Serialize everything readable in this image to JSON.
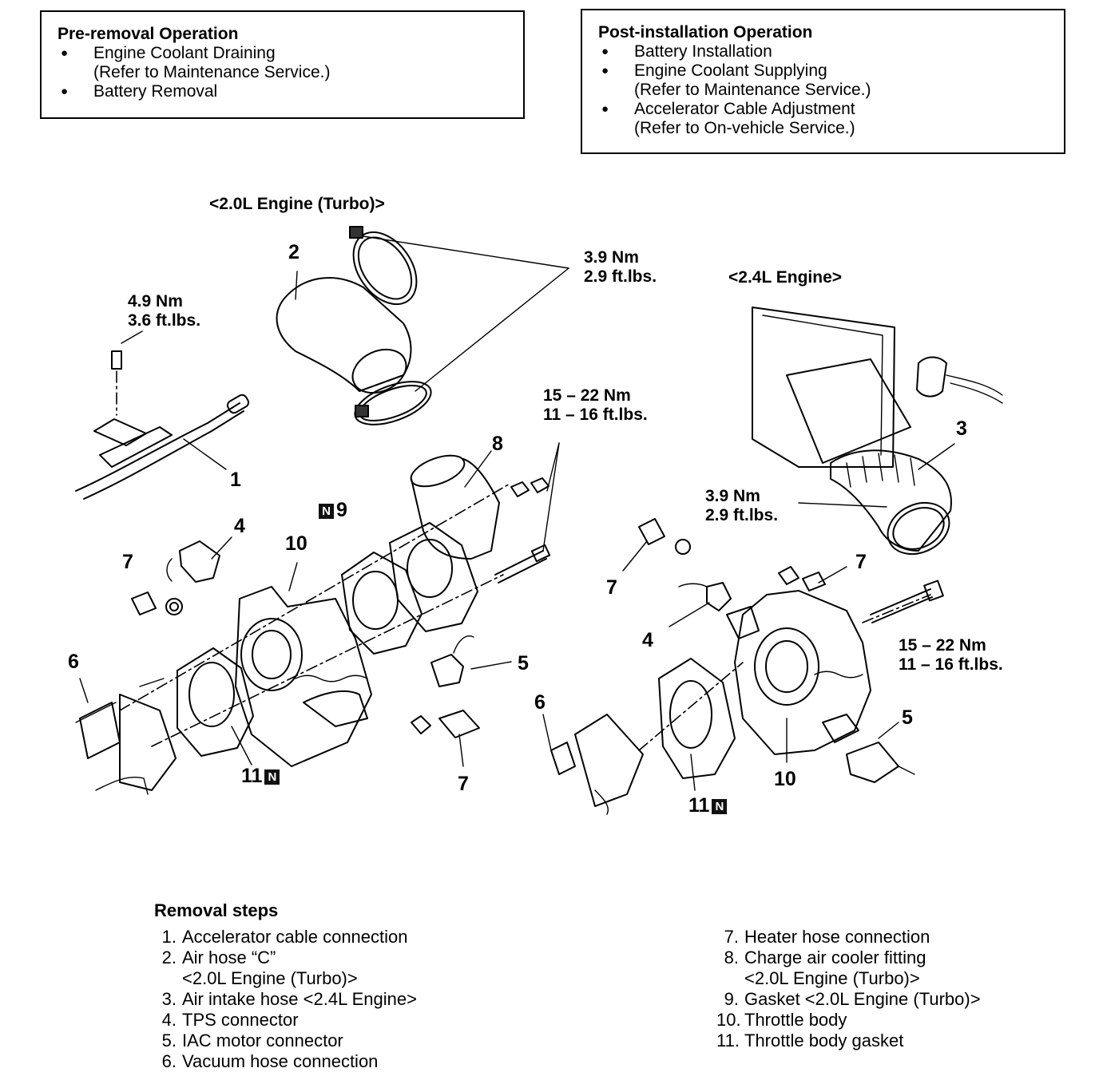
{
  "pre_removal": {
    "title": "Pre-removal Operation",
    "items": [
      "Engine Coolant Draining",
      "(Refer to Maintenance Service.)",
      "Battery Removal"
    ]
  },
  "post_installation": {
    "title": "Post-installation Operation",
    "items": [
      "Battery Installation",
      "Engine Coolant Supplying",
      "(Refer to Maintenance Service.)",
      "Accelerator Cable Adjustment",
      "(Refer to On-vehicle Service.)"
    ]
  },
  "diagram": {
    "turbo_title": "<2.0L Engine (Turbo)>",
    "engine24_title": "<2.4L Engine>",
    "torques": {
      "t_clamp_nm": "3.9 Nm",
      "t_clamp_ft": "2.9 ft.lbs.",
      "t_cable_nm": "4.9 Nm",
      "t_cable_ft": "3.6 ft.lbs.",
      "t_body_nm": "15 – 22 Nm",
      "t_body_ft": "11 – 16 ft.lbs.",
      "t_intake_nm": "3.9 Nm",
      "t_intake_ft": "2.9 ft.lbs.",
      "t_body24_nm": "15 – 22 Nm",
      "t_body24_ft": "11 – 16 ft.lbs."
    },
    "badge": "N",
    "callouts": {
      "c1": "1",
      "c2": "2",
      "c3": "3",
      "c4a": "4",
      "c4b": "4",
      "c5a": "5",
      "c5b": "5",
      "c6a": "6",
      "c6b": "6",
      "c7a": "7",
      "c7b": "7",
      "c7c": "7",
      "c7d": "7",
      "c8": "8",
      "c9": "9",
      "c10a": "10",
      "c10b": "10",
      "c11a": "11",
      "c11b": "11"
    }
  },
  "removal_steps": {
    "title": "Removal steps",
    "left": [
      {
        "n": "1.",
        "text": "Accelerator cable connection"
      },
      {
        "n": "2.",
        "text": "Air hose “C”"
      },
      {
        "n": "",
        "text": "<2.0L Engine (Turbo)>"
      },
      {
        "n": "3.",
        "text": "Air intake hose <2.4L  Engine>"
      },
      {
        "n": "4.",
        "text": "TPS connector"
      },
      {
        "n": "5.",
        "text": "IAC motor connector"
      },
      {
        "n": "6.",
        "text": "Vacuum hose connection"
      }
    ],
    "right": [
      {
        "n": "7.",
        "text": "Heater hose connection"
      },
      {
        "n": "8.",
        "text": "Charge air cooler fitting"
      },
      {
        "n": "",
        "text": "<2.0L Engine (Turbo)>"
      },
      {
        "n": "9.",
        "text": "Gasket <2.0L Engine (Turbo)>"
      },
      {
        "n": "10.",
        "text": "Throttle body"
      },
      {
        "n": "11.",
        "text": "Throttle body gasket"
      }
    ]
  }
}
